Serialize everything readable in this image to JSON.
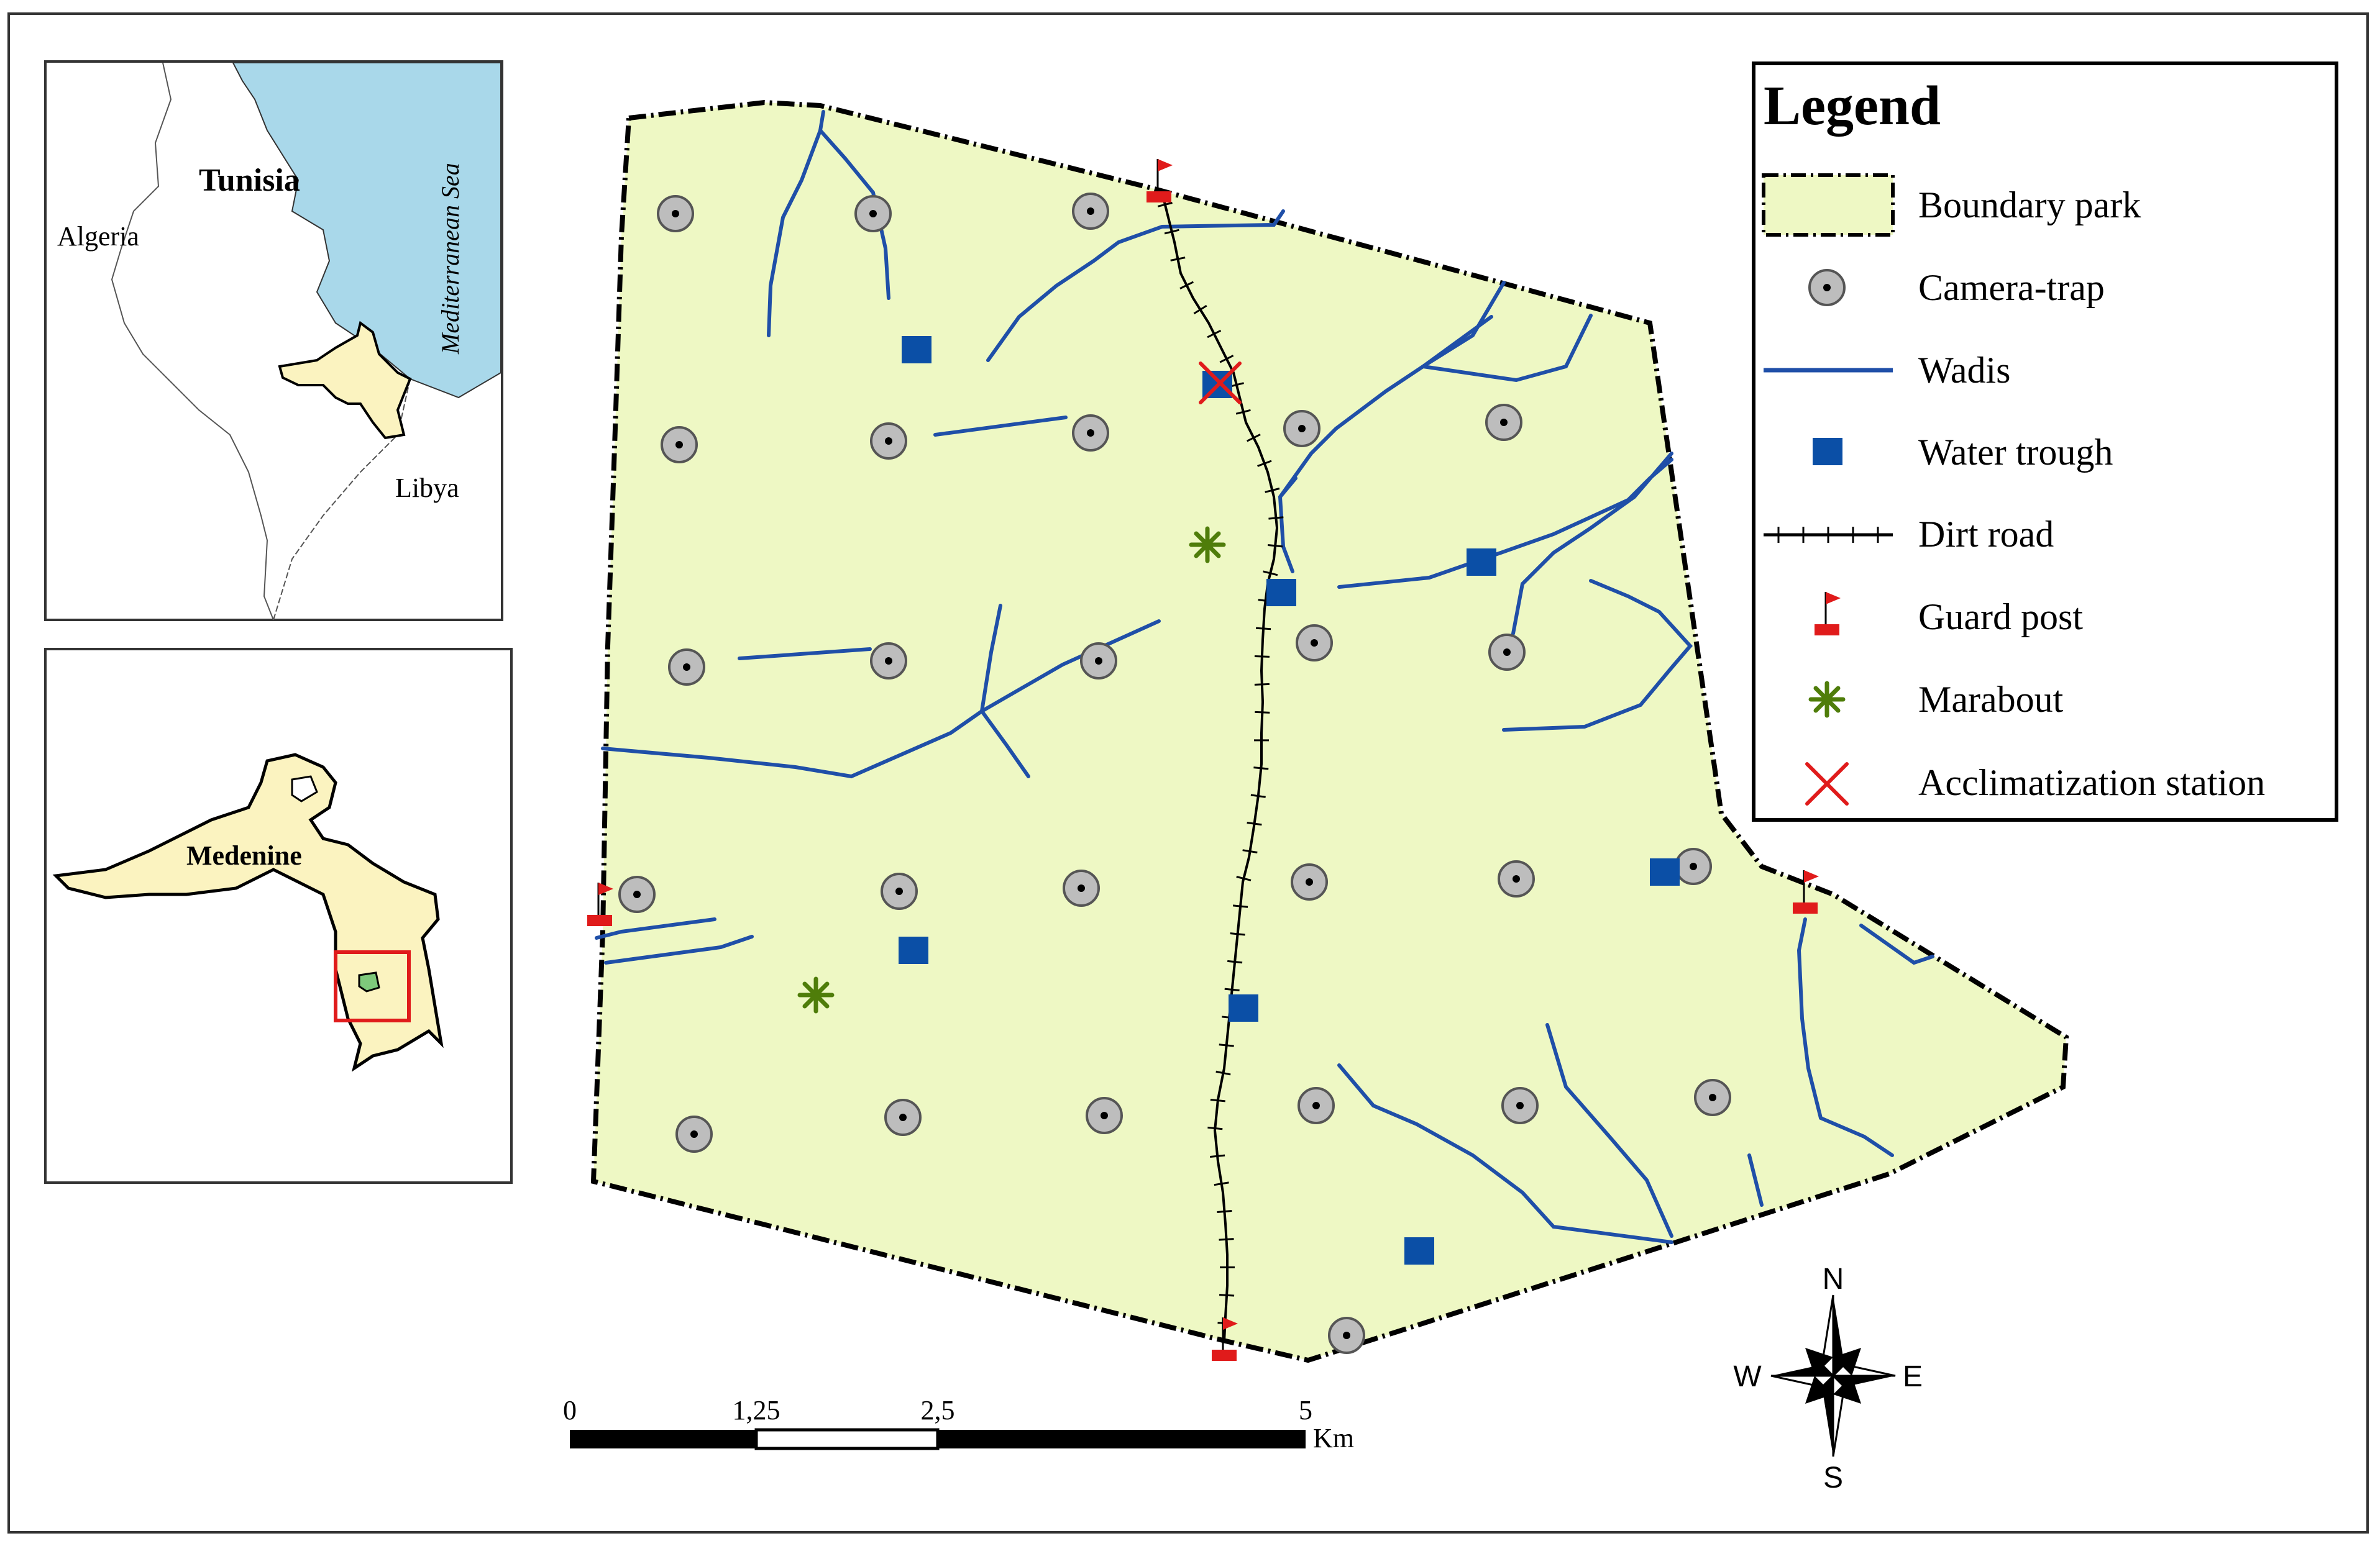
{
  "locator_tunisia": {
    "labels": {
      "tunisia": "Tunisia",
      "algeria": "Algeria",
      "libya": "Libya",
      "sea": "Mediterranean Sea"
    }
  },
  "locator_medenine": {
    "labels": {
      "medenine": "Medenine"
    }
  },
  "legend": {
    "title": "Legend",
    "items": [
      {
        "label": "Boundary park",
        "icon": "boundary-park-icon"
      },
      {
        "label": "Camera-trap",
        "icon": "camera-trap-icon"
      },
      {
        "label": "Wadis",
        "icon": "wadi-line-icon"
      },
      {
        "label": "Water trough",
        "icon": "water-trough-icon"
      },
      {
        "label": "Dirt road",
        "icon": "dirt-road-icon"
      },
      {
        "label": "Guard post",
        "icon": "guard-post-icon"
      },
      {
        "label": "Marabout",
        "icon": "marabout-icon"
      },
      {
        "label": "Acclimatization station",
        "icon": "acclimatization-station-icon"
      }
    ]
  },
  "scale_bar": {
    "ticks": [
      "0",
      "1,25",
      "2,5",
      "5"
    ],
    "unit": "Km"
  },
  "compass": {
    "n": "N",
    "s": "S",
    "e": "E",
    "w": "W"
  },
  "colors": {
    "park_fill": "#eef8c4",
    "wadi": "#1f4fa8",
    "water_trough": "#0b4fa6",
    "guard_post": "#e01b1b",
    "marabout": "#4f7d0a",
    "station": "#e01b1b",
    "sea": "#a9d8ea",
    "region_fill": "#fbf3c0"
  }
}
